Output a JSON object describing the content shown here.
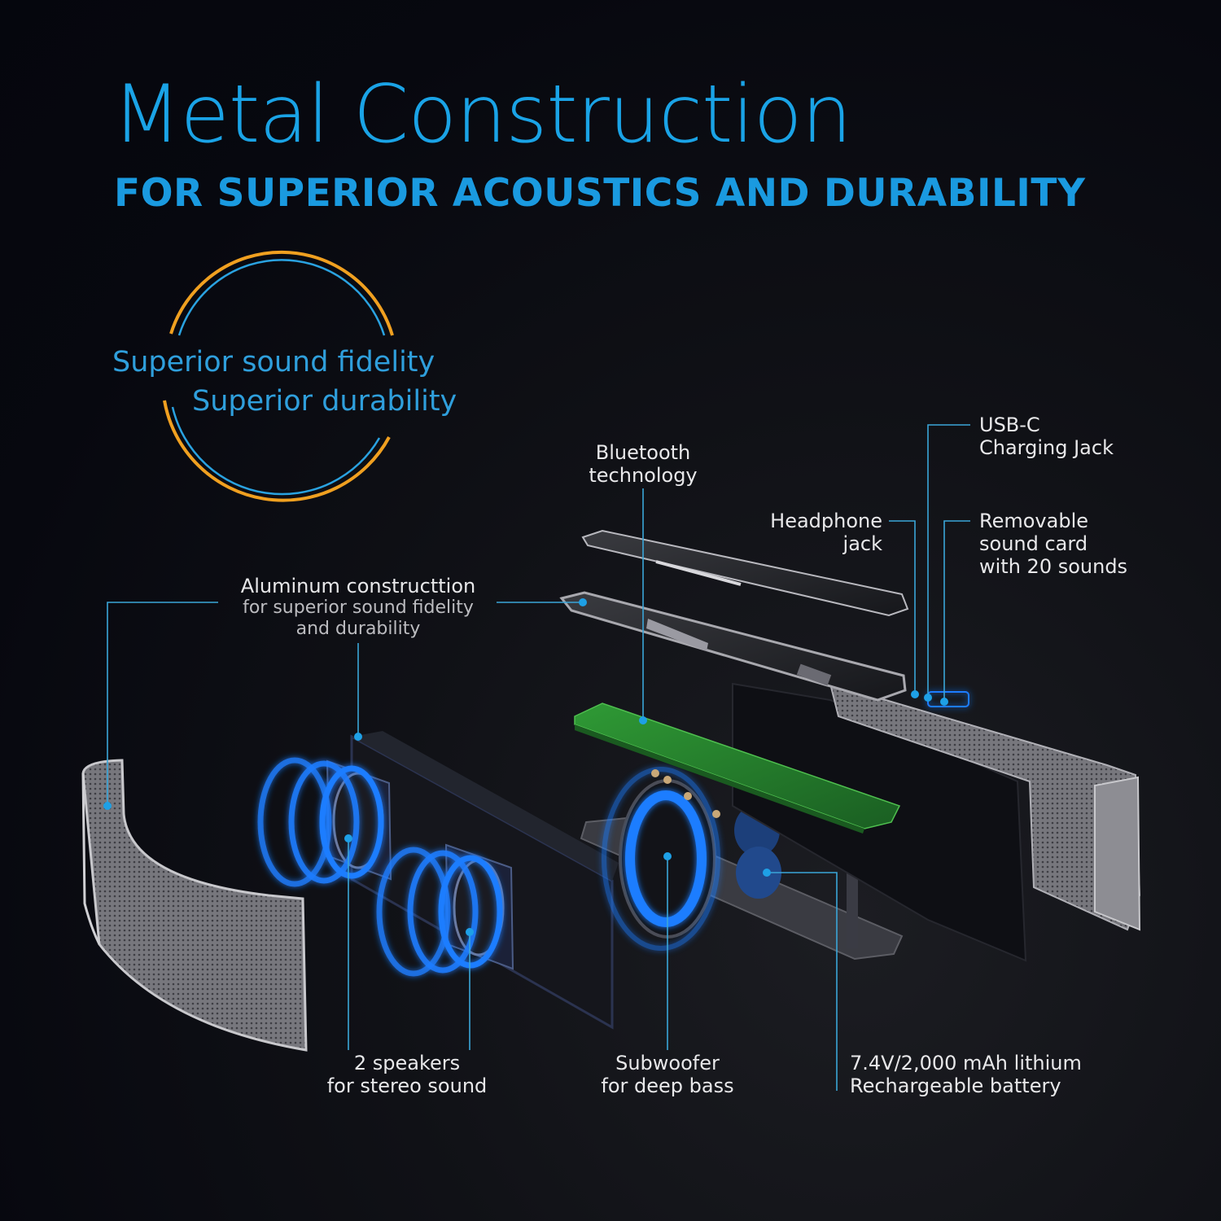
{
  "header": {
    "title": "Metal Construction",
    "subtitle": "FOR SUPERIOR ACOUSTICS AND DURABILITY"
  },
  "badge": {
    "line1": "Superior sound fidelity",
    "line2": "Superior durability",
    "outer_ring_color": "#f0a020",
    "inner_ring_color": "#2aa2e0"
  },
  "callouts": {
    "aluminum": {
      "title": "Aluminum constructtion",
      "sub1": "for superior sound fidelity",
      "sub2": "and durability"
    },
    "bluetooth": {
      "line1": "Bluetooth",
      "line2": "technology"
    },
    "headphone": {
      "line1": "Headphone",
      "line2": "jack"
    },
    "usbc": {
      "line1": "USB-C",
      "line2": "Charging Jack"
    },
    "soundcard": {
      "line1": "Removable",
      "line2": "sound card",
      "line3": "with 20 sounds"
    },
    "speakers": {
      "line1": "2 speakers",
      "line2": "for stereo sound"
    },
    "subwoofer": {
      "line1": "Subwoofer",
      "line2": "for deep bass"
    },
    "battery": {
      "line1": "7.4V/2,000 mAh lithium",
      "line2": "Rechargeable battery"
    }
  },
  "colors": {
    "accent_blue": "#1aa3e6",
    "callout_line": "#3aa6d8",
    "pcb_green": "#2e8a2e",
    "glow_blue": "#1e7dff"
  }
}
